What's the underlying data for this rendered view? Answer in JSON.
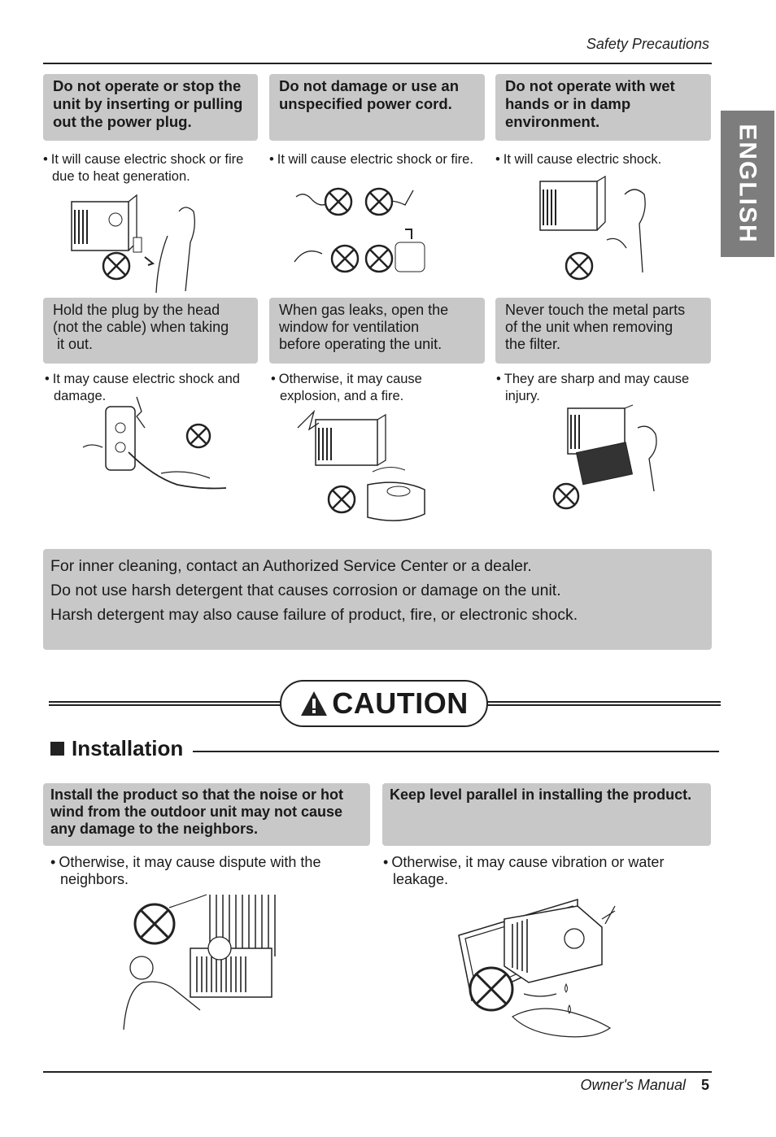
{
  "header": {
    "section_title": "Safety Precautions"
  },
  "side_tab": {
    "label": "ENGLISH"
  },
  "warnings": [
    {
      "title": "Do not operate or stop the unit by inserting or pulling out the power plug.",
      "note_lines": [
        "It will cause electric shock or fire",
        "due to heat generation."
      ]
    },
    {
      "title": "Do not damage or use an unspecified power cord.",
      "note_lines": [
        "It will cause electric shock or fire."
      ]
    },
    {
      "title": "Do not operate with wet hands or in damp environment.",
      "note_lines": [
        "It will cause electric shock."
      ]
    },
    {
      "title": "Hold the plug  by the head (not the cable) when taking it out.",
      "title_lines": [
        "Hold the plug   by the head",
        "(not the cable)  when taking",
        " it out."
      ],
      "note_lines": [
        "It may cause electric shock and",
        "damage."
      ]
    },
    {
      "title": "When gas leaks, open the window for ventilation before operating the unit.",
      "title_lines": [
        "When gas leaks, open the",
        "window for ventilation",
        "before operating the unit."
      ],
      "note_lines": [
        "Otherwise, it may cause",
        "explosion, and a fire."
      ]
    },
    {
      "title": "Never touch the metal parts of the unit when removing the filter.",
      "title_lines": [
        "Never touch the metal parts",
        "of the unit when removing",
        "the filter."
      ],
      "note_lines": [
        "They are sharp and may cause",
        "injury."
      ]
    }
  ],
  "cleaning_notice": [
    "For inner cleaning, contact an Authorized Service Center or a dealer.",
    "Do not use harsh detergent that causes corrosion or damage on the unit.",
    "Harsh detergent may also cause failure of product, fire, or electronic shock."
  ],
  "caution": {
    "label": "CAUTION",
    "icon": "warning-triangle-icon"
  },
  "installation": {
    "heading": "Installation",
    "items": [
      {
        "title": "Install the product so that the noise or hot wind from the outdoor unit may not cause any damage to the neighbors.",
        "title_lines": [
          "Install the product so that the noise or hot",
          "wind from the outdoor unit may not cause",
          "any damage to the neighbors."
        ],
        "note_lines": [
          "Otherwise, it may cause dispute with the",
          "neighbors."
        ]
      },
      {
        "title": "Keep level parallel in installing the product.",
        "note_lines": [
          "Otherwise, it may cause vibration or water",
          "leakage."
        ]
      }
    ]
  },
  "footer": {
    "manual_label": "Owner's Manual",
    "page_number": "5"
  }
}
